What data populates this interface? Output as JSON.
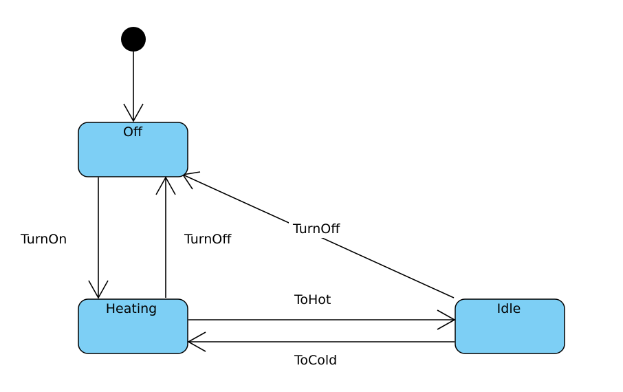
{
  "diagram": {
    "type": "state-machine",
    "states": {
      "off": {
        "name": "Off"
      },
      "heating": {
        "name": "Heating"
      },
      "idle": {
        "name": "Idle"
      }
    },
    "transitions": {
      "turn_on": {
        "label": "TurnOn",
        "from": "Off",
        "to": "Heating"
      },
      "heating_turn_off": {
        "label": "TurnOff",
        "from": "Heating",
        "to": "Off"
      },
      "idle_turn_off": {
        "label": "TurnOff",
        "from": "Idle",
        "to": "Off"
      },
      "to_hot": {
        "label": "ToHot",
        "from": "Heating",
        "to": "Idle"
      },
      "to_cold": {
        "label": "ToCold",
        "from": "Idle",
        "to": "Heating"
      }
    },
    "colors": {
      "state_fill": "#7dcff5",
      "stroke": "#000000"
    }
  }
}
